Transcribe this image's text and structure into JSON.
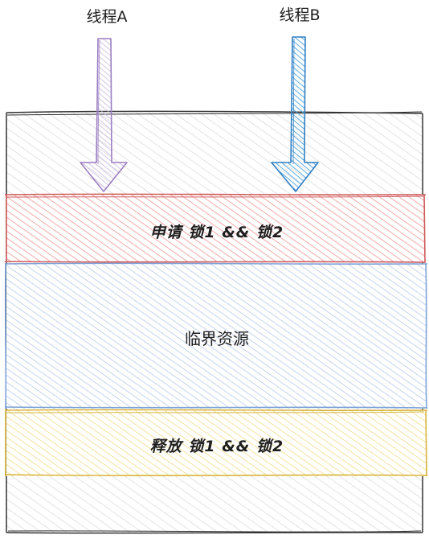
{
  "threads": {
    "a": {
      "label": "线程A",
      "color": "#9b7fc1"
    },
    "b": {
      "label": "线程B",
      "color": "#2f7fc4"
    }
  },
  "sections": {
    "acquire": {
      "label": "申请  锁1  &&  锁2",
      "stroke": "#d05a5a",
      "fill": "#f6b9b9"
    },
    "critical": {
      "label": "临界资源",
      "stroke": "#7ea2d8",
      "fill": "#c9d9f2"
    },
    "release": {
      "label": "释放  锁1  &&  锁2",
      "stroke": "#d8b53a",
      "fill": "#f6e6a4"
    }
  },
  "container": {
    "stroke": "#333333",
    "fill": "#e6e6e6"
  }
}
